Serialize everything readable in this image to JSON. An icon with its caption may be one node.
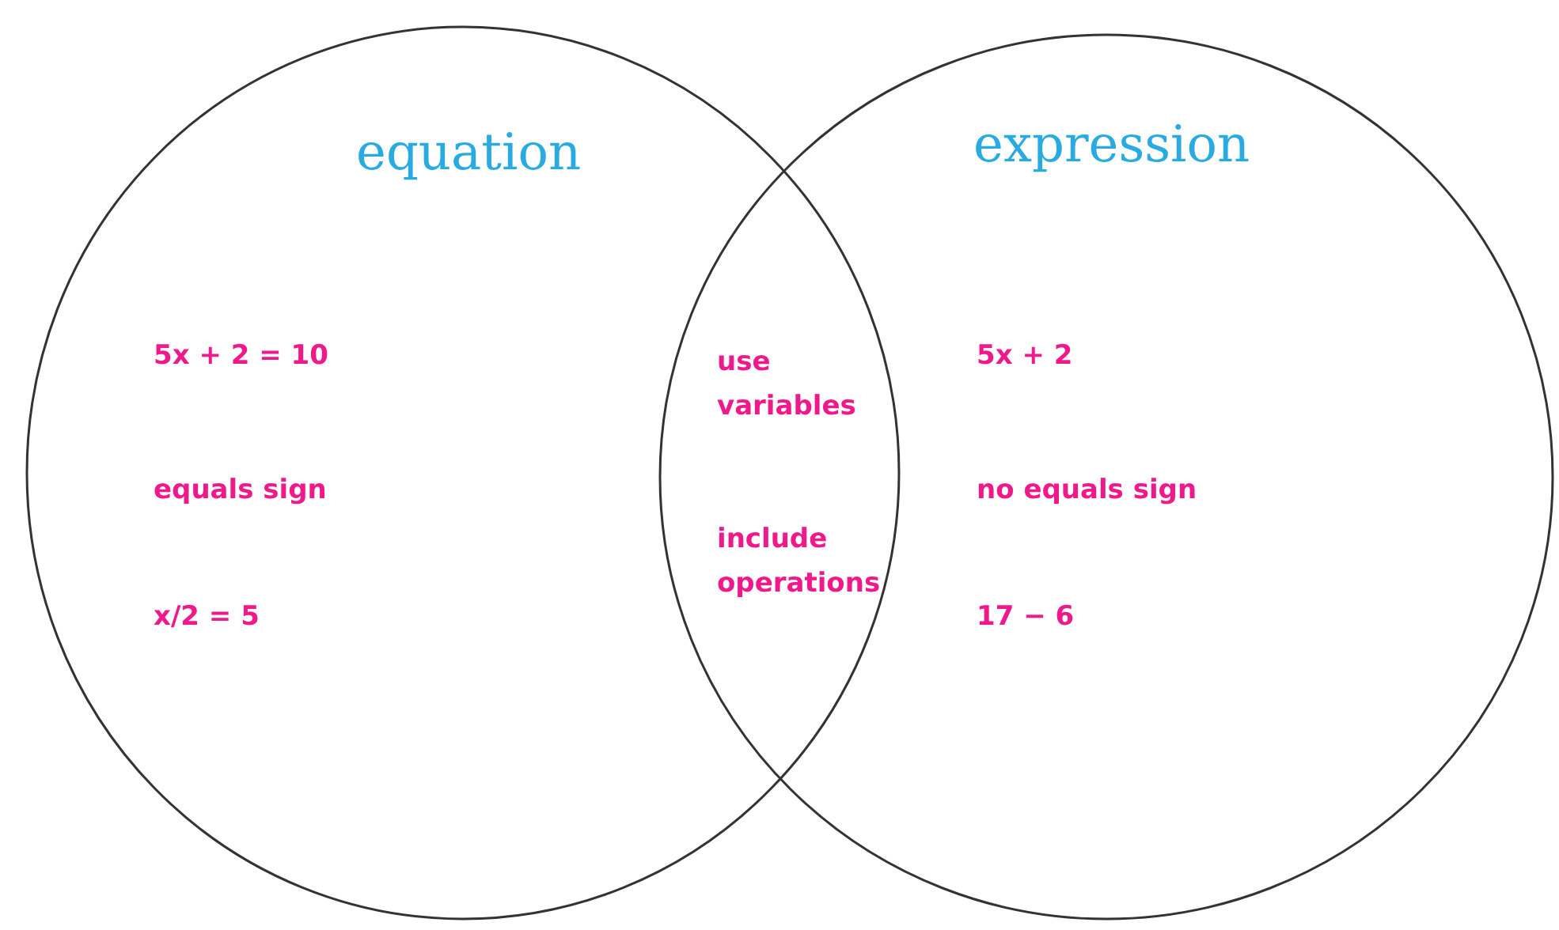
{
  "diagram": {
    "nodes": [
      {
        "text": [
          "equation",
          "5x + 2 = 10",
          "equals sign",
          "x/2 = 5"
        ]
      },
      {
        "text": [
          "expression",
          "5x + 2",
          "no equals sign",
          "17 − 6"
        ]
      }
    ],
    "edges": [],
    "labels": [
      "use variables",
      "include operations"
    ]
  }
}
